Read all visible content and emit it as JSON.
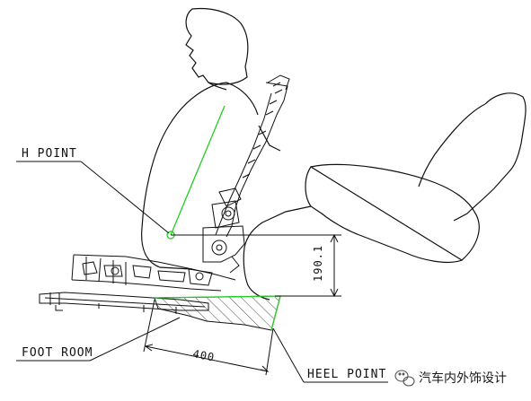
{
  "labels": {
    "h_point": "H POINT",
    "foot_room": "FOOT ROOM",
    "heel_point": "HEEL POINT"
  },
  "dimensions": {
    "vertical": "190.1",
    "horizontal": "400"
  },
  "watermark": {
    "text": "汽车内外饰设计",
    "icon": "wechat-icon"
  },
  "colors": {
    "line": "#111111",
    "highlight": "#22cc22"
  }
}
